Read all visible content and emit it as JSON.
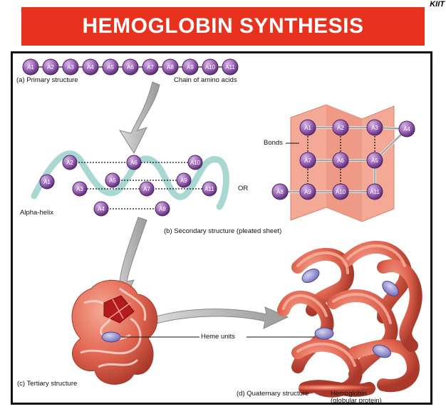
{
  "title": "HEMOGLOBIN SYNTHESIS",
  "logo_text": "KIIT",
  "colors": {
    "banner": "#e8321e",
    "bead": "#8e5aa8",
    "protein": "#e0644f",
    "sheet": "#f4a996"
  },
  "primary": {
    "beads": [
      "A1",
      "A2",
      "A3",
      "A4",
      "A5",
      "A6",
      "A7",
      "A8",
      "A9",
      "A10",
      "A11"
    ],
    "caption": "(a) Primary structure",
    "chain_label": "Chain of amino acids"
  },
  "helix": {
    "beads": [
      "A1",
      "A2",
      "A3",
      "A4",
      "A5",
      "A6",
      "A7",
      "A8",
      "A9",
      "A10",
      "A11"
    ],
    "label": "Alpha-helix"
  },
  "or_label": "OR",
  "sheet": {
    "beads": [
      "A1",
      "A2",
      "A3",
      "A4",
      "A5",
      "A6",
      "A7",
      "A8",
      "A9",
      "A10",
      "A11"
    ],
    "bonds_label": "Bonds"
  },
  "secondary_caption": "(b) Secondary structure (pleated sheet)",
  "tertiary_caption": "(c) Tertiary structure",
  "heme_label": "Heme units",
  "quaternary_caption": "(d) Quaternary structure",
  "hemoglobin_label": "Hemoglobin",
  "globular_label": "(globular protein)"
}
